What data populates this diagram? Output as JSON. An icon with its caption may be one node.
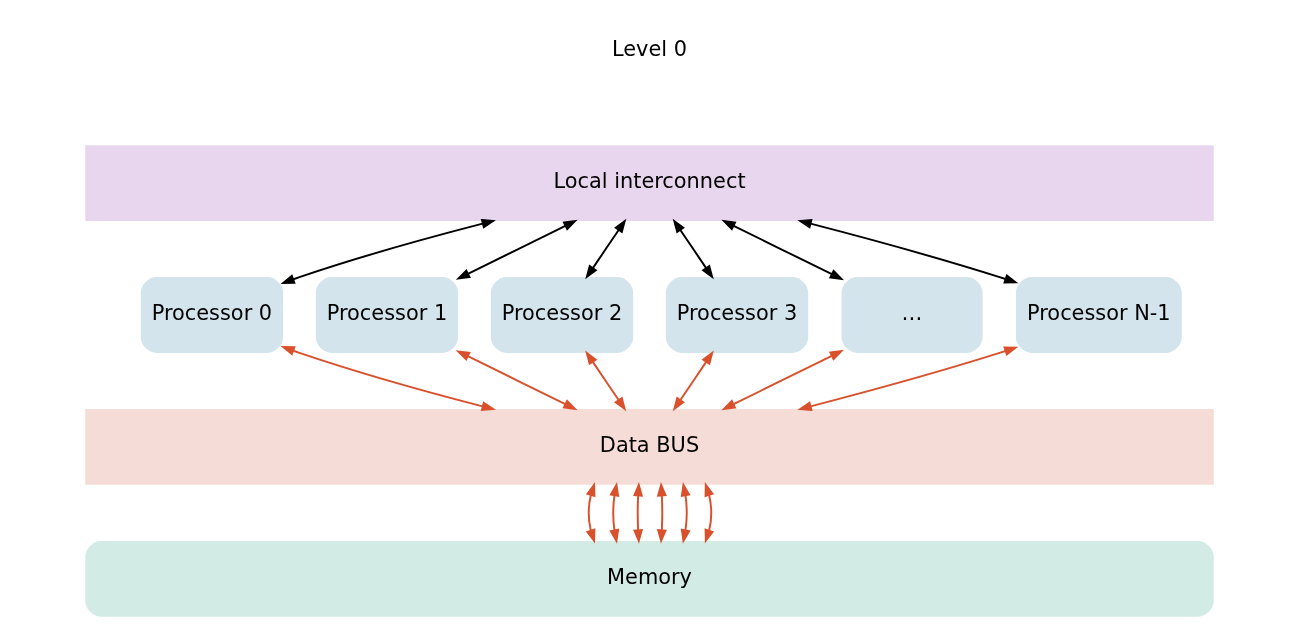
{
  "diagram": {
    "nodes": [
      {
        "text": [
          "Local interconnect"
        ]
      },
      {
        "text": [
          "Processor 0"
        ]
      },
      {
        "text": [
          "Processor 1"
        ]
      },
      {
        "text": [
          "Processor 2"
        ]
      },
      {
        "text": [
          "Processor 3"
        ]
      },
      {
        "text": [
          "…"
        ]
      },
      {
        "text": [
          "Processor N-1"
        ]
      },
      {
        "text": [
          "Data BUS"
        ]
      },
      {
        "text": [
          "Memory"
        ]
      }
    ],
    "edges": [
      {
        "from": 0,
        "to": 1,
        "arrow": "both",
        "color": "#000000"
      },
      {
        "from": 0,
        "to": 2,
        "arrow": "both",
        "color": "#000000"
      },
      {
        "from": 0,
        "to": 3,
        "arrow": "both",
        "color": "#000000"
      },
      {
        "from": 0,
        "to": 4,
        "arrow": "both",
        "color": "#000000"
      },
      {
        "from": 0,
        "to": 5,
        "arrow": "both",
        "color": "#000000"
      },
      {
        "from": 0,
        "to": 6,
        "arrow": "both",
        "color": "#000000"
      },
      {
        "from": 1,
        "to": 7,
        "arrow": "both"
      },
      {
        "from": 2,
        "to": 7,
        "arrow": "both"
      },
      {
        "from": 3,
        "to": 7,
        "arrow": "both"
      },
      {
        "from": 4,
        "to": 7,
        "arrow": "both"
      },
      {
        "from": 5,
        "to": 7,
        "arrow": "both"
      },
      {
        "from": 6,
        "to": 7,
        "arrow": "both"
      },
      {
        "from": 7,
        "to": 8,
        "arrow": "both"
      },
      {
        "from": 7,
        "to": 8,
        "arrow": "both"
      },
      {
        "from": 7,
        "to": 8,
        "arrow": "both"
      },
      {
        "from": 7,
        "to": 8,
        "arrow": "both"
      },
      {
        "from": 7,
        "to": 8,
        "arrow": "both"
      },
      {
        "from": 7,
        "to": 8,
        "arrow": "both"
      }
    ],
    "labels": [
      "Level 0"
    ]
  }
}
